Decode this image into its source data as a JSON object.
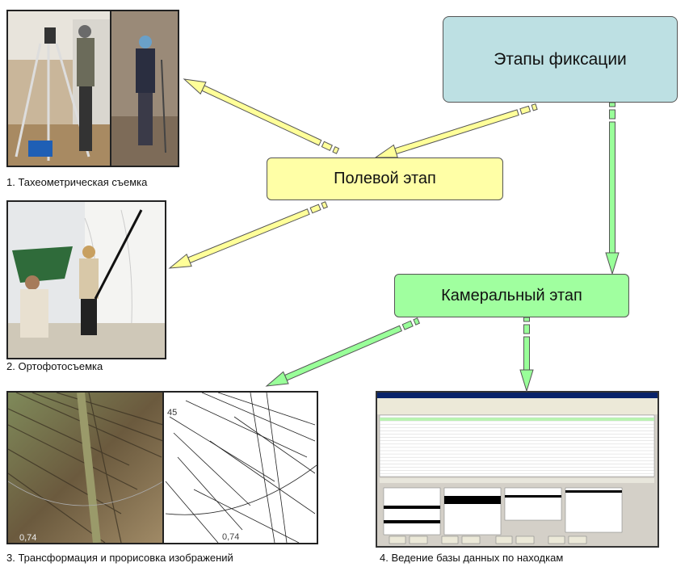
{
  "stages": {
    "root": "Этапы фиксации",
    "field": "Полевой этап",
    "office": "Камеральный этап"
  },
  "captions": [
    "1. Тахеометрическая съемка",
    "2. Ортофотосъемка",
    "3. Трансформация и прорисовка изображений",
    "4. Ведение базы данных по находкам"
  ],
  "drawing_labels": {
    "scale_left": "0,74",
    "scale_right": "0,74",
    "number": "45"
  },
  "colors": {
    "root": "#bde0e3",
    "field": "#ffffa6",
    "office": "#a0ff9f",
    "arrow_yellow": "#ffff99",
    "arrow_green": "#99ff99"
  }
}
